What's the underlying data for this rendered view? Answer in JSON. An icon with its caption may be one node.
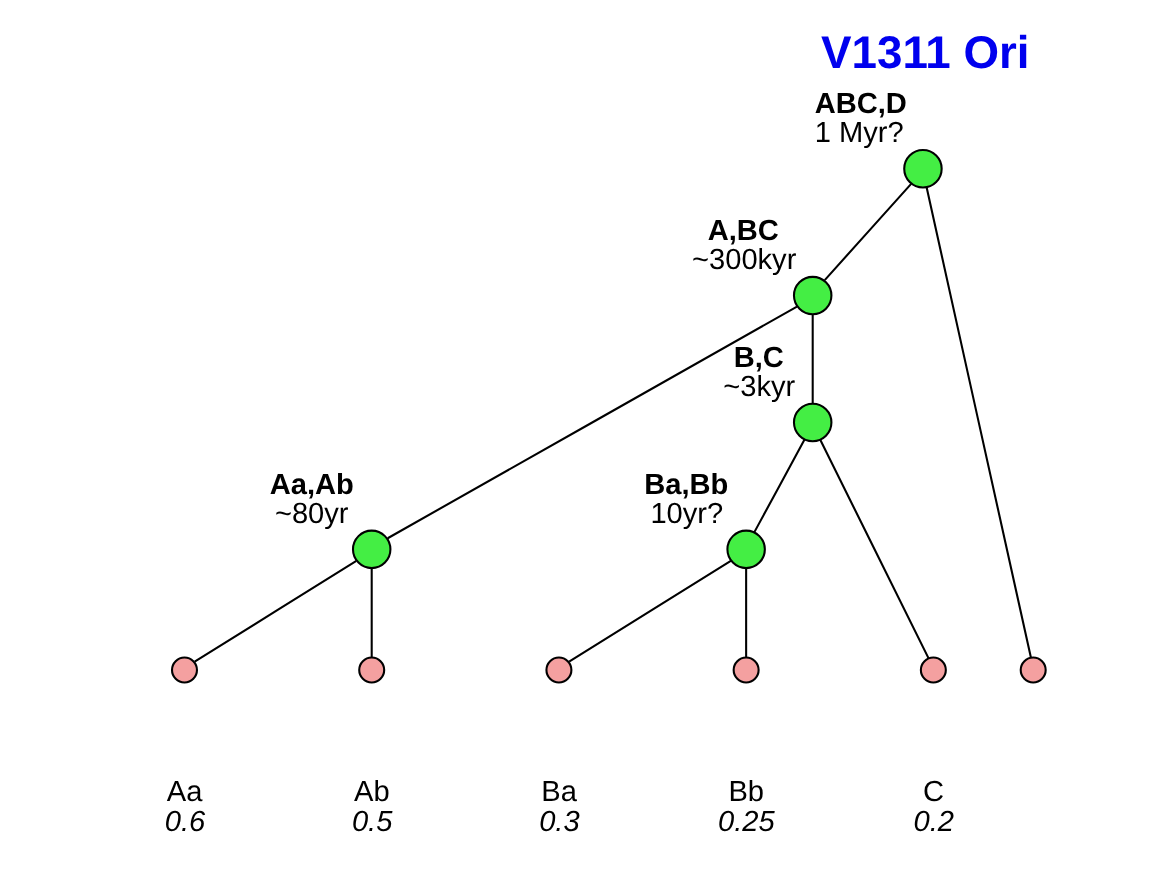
{
  "diagram": {
    "title": "V1311 Ori",
    "nodes": [
      {
        "text": [],
        "shape": "circle",
        "beside": [
          "ABC,D",
          "1 Myr?"
        ]
      },
      {
        "text": [],
        "shape": "circle",
        "beside": [
          "A,BC",
          "~300kyr"
        ]
      },
      {
        "text": [],
        "shape": "circle",
        "beside": [
          "B,C",
          "~3kyr"
        ]
      },
      {
        "text": [],
        "shape": "circle",
        "beside": [
          "Aa,Ab",
          "~80yr"
        ]
      },
      {
        "text": [],
        "shape": "circle",
        "beside": [
          "Ba,Bb",
          "10yr?"
        ]
      },
      {
        "text": [],
        "shape": "circle",
        "beside": [
          "Aa",
          "0.6"
        ]
      },
      {
        "text": [],
        "shape": "circle",
        "beside": [
          "Ab",
          "0.5"
        ]
      },
      {
        "text": [],
        "shape": "circle",
        "beside": [
          "Ba",
          "0.3"
        ]
      },
      {
        "text": [],
        "shape": "circle",
        "beside": [
          "Bb",
          "0.25"
        ]
      },
      {
        "text": [],
        "shape": "circle",
        "beside": [
          "C",
          "0.2"
        ]
      },
      {
        "text": [],
        "shape": "circle"
      }
    ],
    "edges": [
      {
        "from": 0,
        "to": 1,
        "arrow": "none"
      },
      {
        "from": 0,
        "to": 10,
        "arrow": "none"
      },
      {
        "from": 1,
        "to": 3,
        "arrow": "none"
      },
      {
        "from": 1,
        "to": 2,
        "arrow": "none"
      },
      {
        "from": 2,
        "to": 4,
        "arrow": "none"
      },
      {
        "from": 2,
        "to": 9,
        "arrow": "none"
      },
      {
        "from": 3,
        "to": 5,
        "arrow": "none"
      },
      {
        "from": 3,
        "to": 6,
        "arrow": "none"
      },
      {
        "from": 4,
        "to": 7,
        "arrow": "none"
      },
      {
        "from": 4,
        "to": 8,
        "arrow": "none"
      }
    ]
  }
}
